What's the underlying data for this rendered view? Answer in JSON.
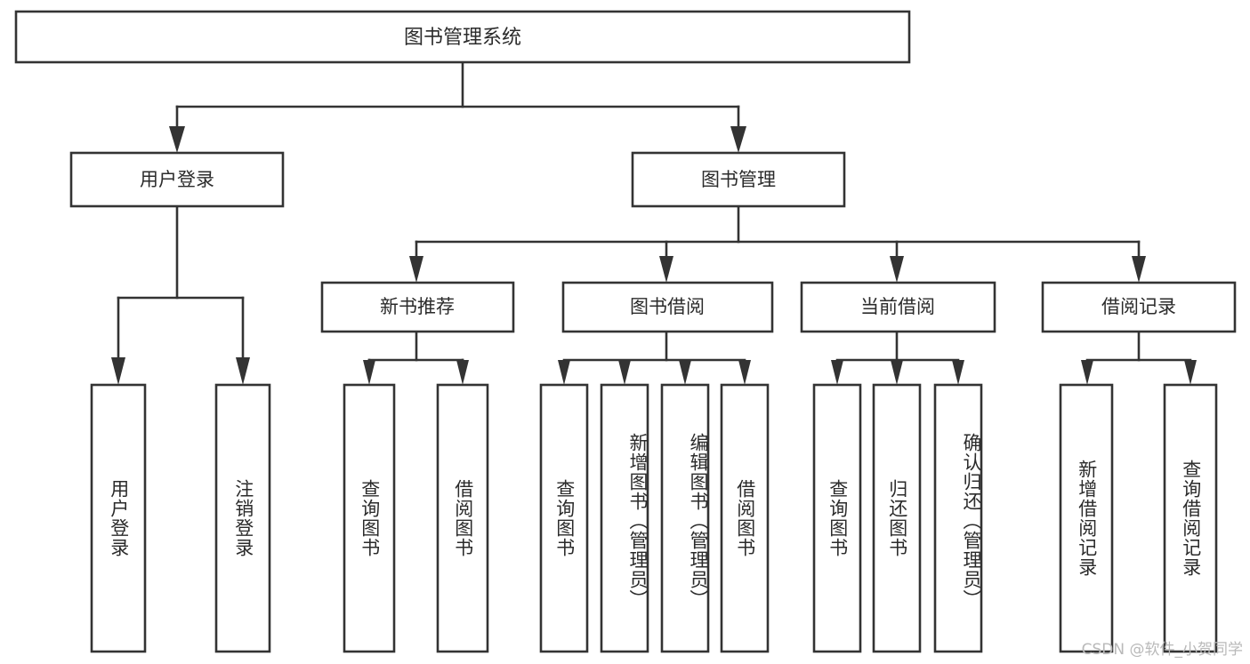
{
  "diagram": {
    "type": "tree",
    "title": "图书管理系统",
    "root": {
      "id": "root",
      "label": "图书管理系统"
    },
    "level1": [
      {
        "id": "user-login",
        "label": "用户登录"
      },
      {
        "id": "book-manage",
        "label": "图书管理"
      }
    ],
    "level2": [
      {
        "id": "new-book-rec",
        "label": "新书推荐",
        "parent": "book-manage"
      },
      {
        "id": "book-borrow",
        "label": "图书借阅",
        "parent": "book-manage"
      },
      {
        "id": "current-borrow",
        "label": "当前借阅",
        "parent": "book-manage"
      },
      {
        "id": "borrow-record",
        "label": "借阅记录",
        "parent": "book-manage"
      }
    ],
    "leaves": [
      {
        "id": "leaf-user-login",
        "label": "用户登录",
        "parent": "user-login"
      },
      {
        "id": "leaf-user-logout",
        "label": "注销登录",
        "parent": "user-login"
      },
      {
        "id": "leaf-query-book-1",
        "label": "查询图书",
        "parent": "new-book-rec"
      },
      {
        "id": "leaf-borrow-book-1",
        "label": "借阅图书",
        "parent": "new-book-rec"
      },
      {
        "id": "leaf-query-book-2",
        "label": "查询图书",
        "parent": "book-borrow"
      },
      {
        "id": "leaf-add-book",
        "label": "新增图书（管理员）",
        "parent": "book-borrow"
      },
      {
        "id": "leaf-edit-book",
        "label": "编辑图书（管理员）",
        "parent": "book-borrow"
      },
      {
        "id": "leaf-borrow-book-2",
        "label": "借阅图书",
        "parent": "book-borrow"
      },
      {
        "id": "leaf-query-book-3",
        "label": "查询图书",
        "parent": "current-borrow"
      },
      {
        "id": "leaf-return-book",
        "label": "归还图书",
        "parent": "current-borrow"
      },
      {
        "id": "leaf-confirm-return",
        "label": "确认归还（管理员）",
        "parent": "current-borrow"
      },
      {
        "id": "leaf-add-record",
        "label": "新增借阅记录",
        "parent": "borrow-record"
      },
      {
        "id": "leaf-query-record",
        "label": "查询借阅记录",
        "parent": "borrow-record"
      }
    ],
    "colors": {
      "stroke": "#333333",
      "box_fill": "#ffffff",
      "text": "#2b2b2b",
      "background": "#ffffff",
      "watermark": "#b9b9b9"
    }
  },
  "watermark": {
    "text": "CSDN @软件_小贺同学"
  }
}
